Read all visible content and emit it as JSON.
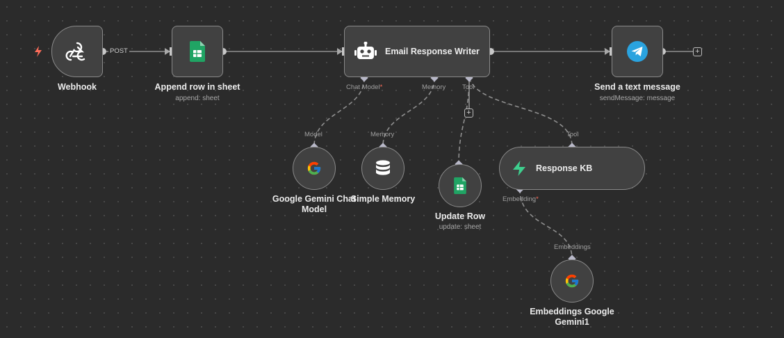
{
  "canvas": {
    "accent": "#ff6d5a",
    "node_bg": "#414141",
    "node_border": "#8a8a8a",
    "wire_color": "#8f8f8f"
  },
  "nodes": {
    "webhook": {
      "title": "Webhook",
      "icon": "webhook-icon"
    },
    "append_row": {
      "title": "Append row in sheet",
      "subtitle": "append: sheet",
      "icon": "google-sheets-icon"
    },
    "email_writer": {
      "title": "Email Response Writer",
      "icon": "robot-icon"
    },
    "telegram": {
      "title": "Send a text message",
      "subtitle": "sendMessage: message",
      "icon": "telegram-icon"
    },
    "gemini_chat": {
      "title_line1": "Google Gemini Chat",
      "title_line2": "Model",
      "icon": "google-icon"
    },
    "simple_memory": {
      "title": "Simple Memory",
      "icon": "database-icon"
    },
    "update_row": {
      "title": "Update Row",
      "subtitle": "update: sheet",
      "icon": "google-sheets-icon"
    },
    "response_kb": {
      "title": "Response KB",
      "icon": "supabase-icon"
    },
    "embeddings": {
      "title_line1": "Embeddings Google",
      "title_line2": "Gemini1",
      "icon": "google-icon"
    }
  },
  "edges": {
    "webhook_method": "POST"
  },
  "ports": {
    "chat_model": "Chat Model",
    "memory": "Memory",
    "tool": "Tool",
    "model": "Model",
    "memory_in": "Memory",
    "tool_in": "Tool",
    "embedding": "Embedding",
    "embeddings_in": "Embeddings",
    "required_mark": "*"
  },
  "buttons": {
    "add": "+"
  }
}
